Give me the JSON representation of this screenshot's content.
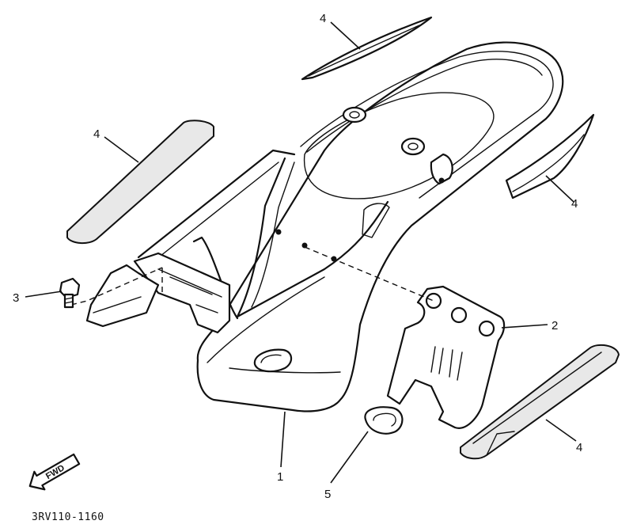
{
  "callouts": {
    "part1": "1",
    "part2": "2",
    "part3": "3",
    "part4_top": "4",
    "part4_left": "4",
    "part4_right": "4",
    "part4_bottom": "4",
    "part5": "5"
  },
  "fwd_label": "FWD",
  "diagram_code": "3RV110-1160"
}
